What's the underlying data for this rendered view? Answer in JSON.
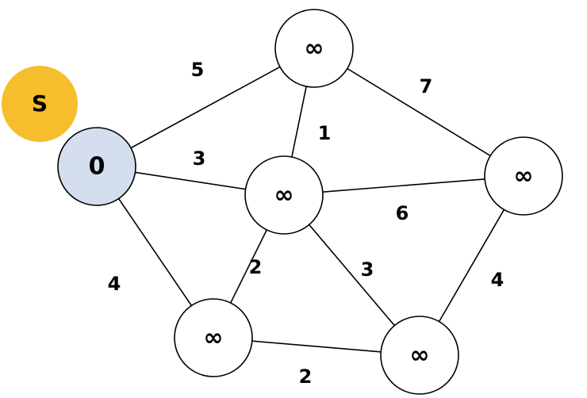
{
  "source_badge": {
    "label": "S",
    "fill": "#F6BD2D"
  },
  "nodes": [
    {
      "id": "source",
      "label": "0",
      "fill": "#D5DEEE"
    },
    {
      "id": "top",
      "label": "∞",
      "fill": "#FFFFFF"
    },
    {
      "id": "center",
      "label": "∞",
      "fill": "#FFFFFF"
    },
    {
      "id": "right",
      "label": "∞",
      "fill": "#FFFFFF"
    },
    {
      "id": "bottom-left",
      "label": "∞",
      "fill": "#FFFFFF"
    },
    {
      "id": "bottom-right",
      "label": "∞",
      "fill": "#FFFFFF"
    }
  ],
  "edges": [
    {
      "from": "source",
      "to": "top",
      "weight": "5"
    },
    {
      "from": "source",
      "to": "center",
      "weight": "3"
    },
    {
      "from": "source",
      "to": "bottom-left",
      "weight": "4"
    },
    {
      "from": "top",
      "to": "center",
      "weight": "1"
    },
    {
      "from": "top",
      "to": "right",
      "weight": "7"
    },
    {
      "from": "center",
      "to": "right",
      "weight": "6"
    },
    {
      "from": "center",
      "to": "bottom-left",
      "weight": "2"
    },
    {
      "from": "center",
      "to": "bottom-right",
      "weight": "3"
    },
    {
      "from": "right",
      "to": "bottom-right",
      "weight": "4"
    },
    {
      "from": "bottom-left",
      "to": "bottom-right",
      "weight": "2"
    }
  ]
}
